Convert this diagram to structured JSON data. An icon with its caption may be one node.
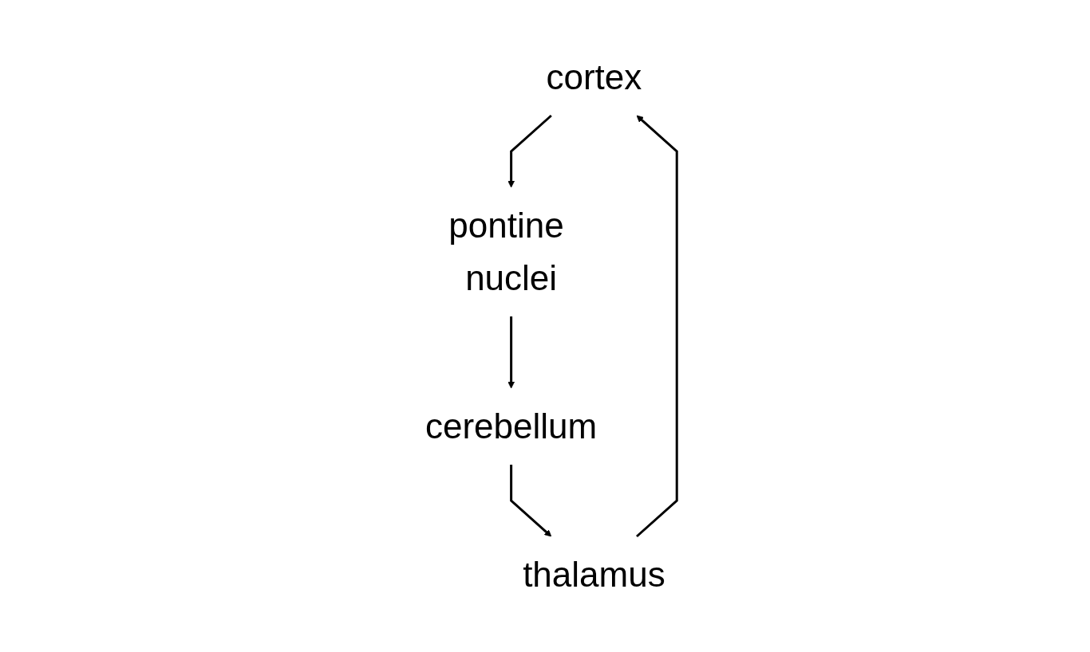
{
  "diagram": {
    "nodes": [
      {
        "text": [
          "cortex"
        ]
      },
      {
        "text": [
          "thalamus"
        ]
      },
      {
        "text": [
          "pontine nuclei"
        ]
      },
      {
        "text": [
          "cerebellum"
        ]
      }
    ],
    "edges": [
      {
        "from": 1,
        "to": 0,
        "arrow": "to"
      },
      {
        "from": 0,
        "to": 2,
        "arrow": "to"
      },
      {
        "from": 2,
        "to": 3,
        "arrow": "to"
      },
      {
        "from": 3,
        "to": 1,
        "arrow": "to"
      }
    ]
  }
}
